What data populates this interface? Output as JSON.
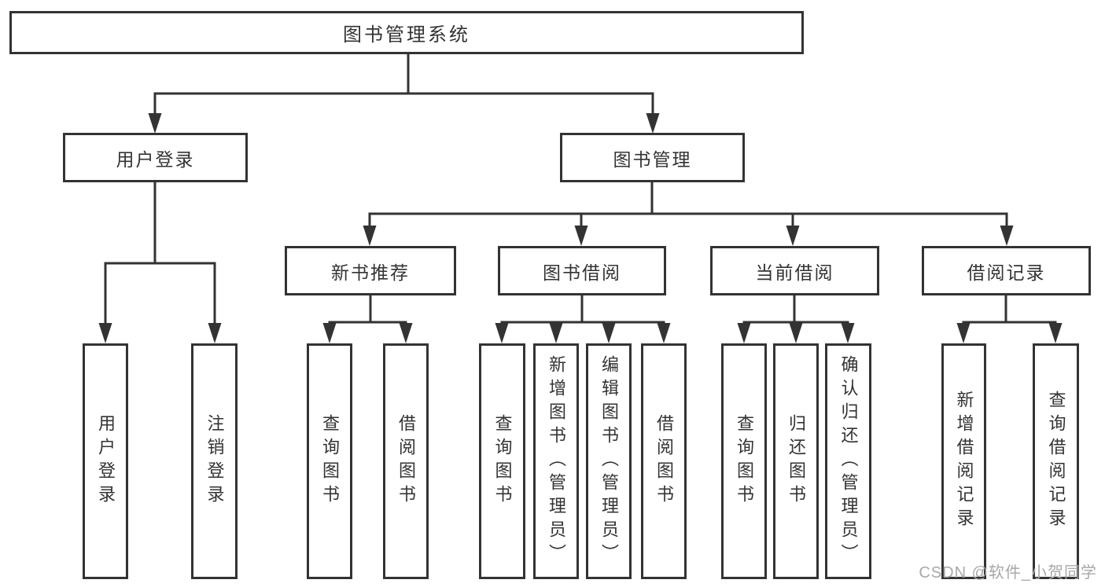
{
  "colors": {
    "line": "#333333",
    "text": "#333333",
    "background": "#ffffff",
    "watermark": "#a8a8a8"
  },
  "watermark": {
    "text": "CSDN @软件_小贺同学"
  },
  "tree": {
    "root": {
      "label": "图书管理系统"
    },
    "level1": [
      {
        "label": "用户登录",
        "children": [
          {
            "label": "用户登录"
          },
          {
            "label": "注销登录"
          }
        ]
      },
      {
        "label": "图书管理",
        "children": [
          {
            "label": "新书推荐",
            "children": [
              {
                "label": "查询图书"
              },
              {
                "label": "借阅图书"
              }
            ]
          },
          {
            "label": "图书借阅",
            "children": [
              {
                "label": "查询图书"
              },
              {
                "label": "新增图书（管理员）"
              },
              {
                "label": "编辑图书（管理员）"
              },
              {
                "label": "借阅图书"
              }
            ]
          },
          {
            "label": "当前借阅",
            "children": [
              {
                "label": "查询图书"
              },
              {
                "label": "归还图书"
              },
              {
                "label": "确认归还（管理员）"
              }
            ]
          },
          {
            "label": "借阅记录",
            "children": [
              {
                "label": "新增借阅记录"
              },
              {
                "label": "查询借阅记录"
              }
            ]
          }
        ]
      }
    ]
  }
}
